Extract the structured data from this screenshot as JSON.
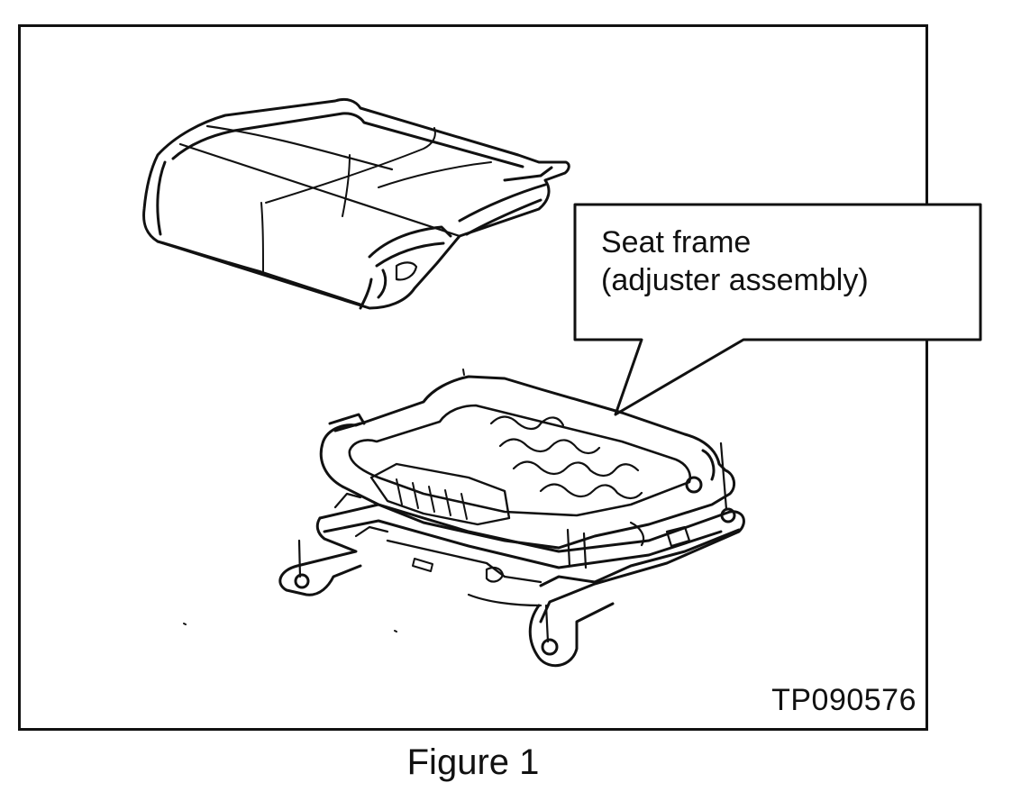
{
  "figure": {
    "callout_line_1": "Seat frame",
    "callout_line_2": "(adjuster assembly)",
    "reference_code": "TP090576",
    "caption": "Figure 1"
  },
  "colors": {
    "line": "#111111",
    "background": "#ffffff"
  },
  "parts": [
    {
      "name": "seat-cushion-pad",
      "label": ""
    },
    {
      "name": "seat-frame-adjuster-assembly",
      "label": "Seat frame (adjuster assembly)"
    }
  ]
}
